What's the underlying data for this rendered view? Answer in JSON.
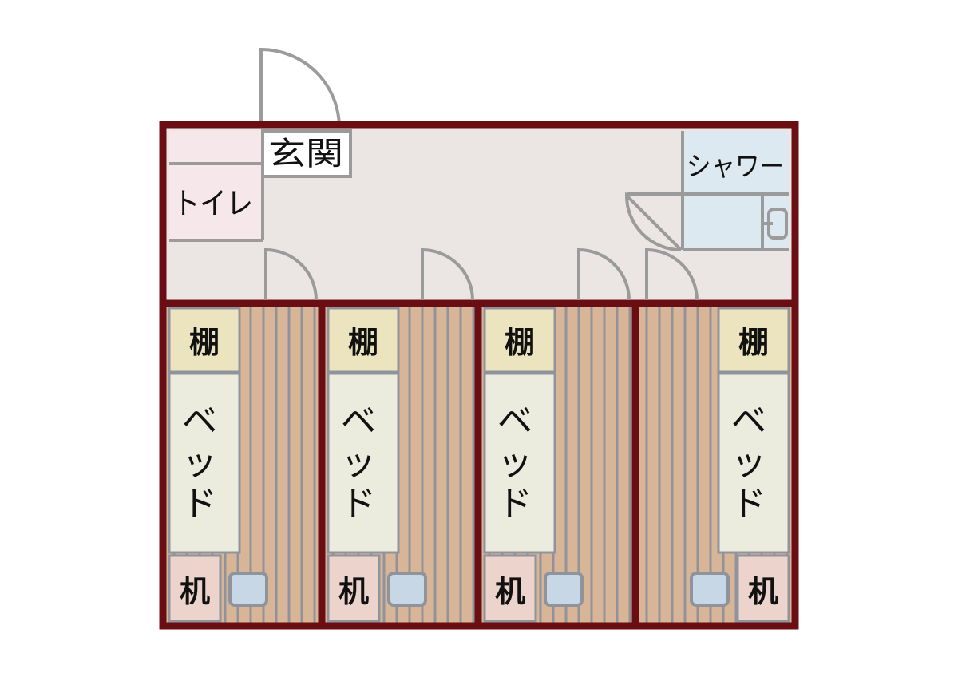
{
  "labels": {
    "genkan": "玄関",
    "toilet": "トイレ",
    "shower": "シャワー",
    "shelf": "棚",
    "bed_chars": [
      "ベ",
      "ッ",
      "ド"
    ],
    "desk": "机"
  },
  "colors": {
    "wall": "#6b0e14",
    "corridor": "#ebe6e4",
    "toilet_floor": "#f6e8ea",
    "shower_floor": "#dde9f0",
    "wood_floor": "#d8b596",
    "plank_line": "#8f949c",
    "shelf": "#ece3bf",
    "bed": "#ebebde",
    "desk": "#ecd3cc",
    "chair": "#c8d7e6",
    "door_swing": "#9b9b9b"
  },
  "rooms": [
    {
      "name": "room-1"
    },
    {
      "name": "room-2"
    },
    {
      "name": "room-3"
    },
    {
      "name": "room-4",
      "mirrored": true
    }
  ]
}
